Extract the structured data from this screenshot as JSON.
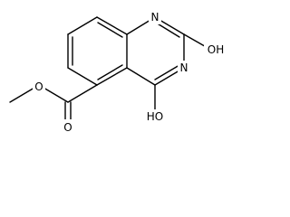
{
  "molecule": {
    "atoms": {
      "n1": "N",
      "n3": "N",
      "oh2": "OH",
      "oh4": "HO",
      "o_carbonyl": "O",
      "o_ester": "O"
    }
  }
}
